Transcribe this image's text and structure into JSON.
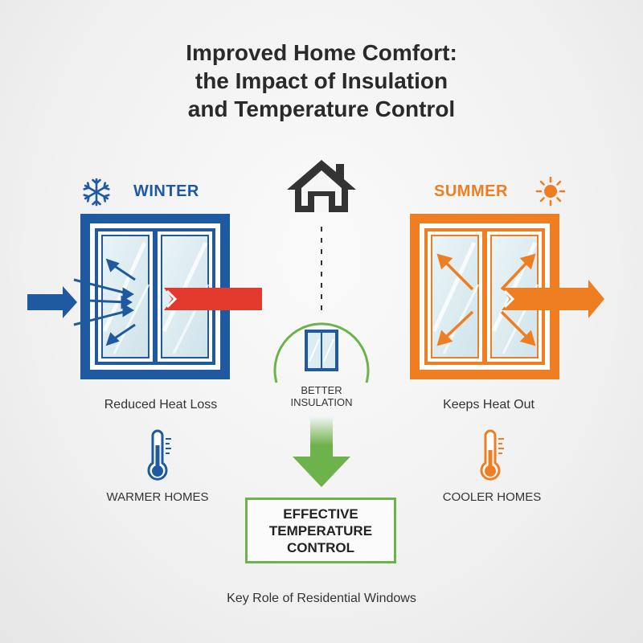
{
  "title": {
    "line1": "Improved Home Comfort:",
    "line2": "the Impact of Insulation",
    "line3": "and Temperature Control"
  },
  "winter": {
    "label": "WINTER",
    "caption": "Reduced Heat Loss",
    "result": "WARMER HOMES",
    "icon": "snowflake-icon",
    "color": "#1f5aa0",
    "arrow_color": "#e23a2c"
  },
  "summer": {
    "label": "SUMMER",
    "caption": "Keeps Heat Out",
    "result": "COOLER HOMES",
    "icon": "sun-icon",
    "color": "#ef7d22"
  },
  "center": {
    "icon": "house-icon",
    "insulation_line1": "BETTER",
    "insulation_line2": "INSULATION",
    "result_line1": "EFFECTIVE",
    "result_line2": "TEMPERATURE",
    "result_line3": "CONTROL",
    "accent_color": "#6db24a"
  },
  "footer": "Key Role of Residential Windows"
}
